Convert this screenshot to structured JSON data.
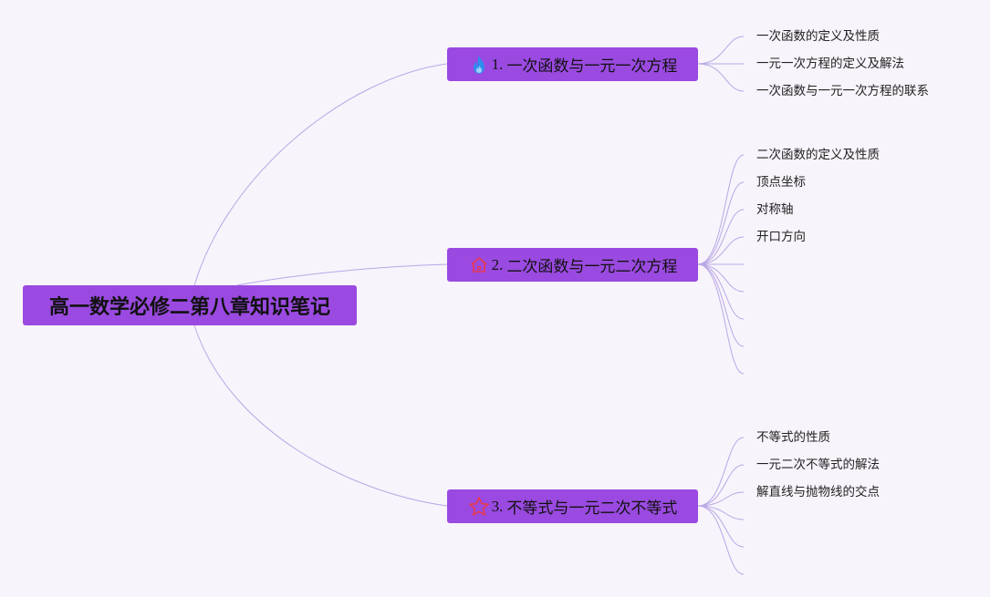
{
  "root": {
    "title": "高一数学必修二第八章知识笔记"
  },
  "topics": [
    {
      "index_label": "1.",
      "text": "一次函数与一元一次方程",
      "icon": "flame-icon",
      "icon_color": "#2f8cf0",
      "children": [
        "一次函数的定义及性质",
        "一元一次方程的定义及解法",
        "一次函数与一元一次方程的联系"
      ],
      "empty_children": 0
    },
    {
      "index_label": "2.",
      "text": "二次函数与一元二次方程",
      "icon": "home-icon",
      "icon_color": "#e8384f",
      "children": [
        "二次函数的定义及性质",
        "顶点坐标",
        "对称轴",
        "开口方向"
      ],
      "empty_children": 5
    },
    {
      "index_label": "3.",
      "text": "不等式与一元二次不等式",
      "icon": "star-icon",
      "icon_color": "#e8384f",
      "children": [
        "不等式的性质",
        "一元二次不等式的解法",
        "解直线与抛物线的交点"
      ],
      "empty_children": 3
    }
  ],
  "colors": {
    "background": "#f8f4fb",
    "node_fill": "#9a4ae0",
    "connector": "#b8a8e6"
  }
}
